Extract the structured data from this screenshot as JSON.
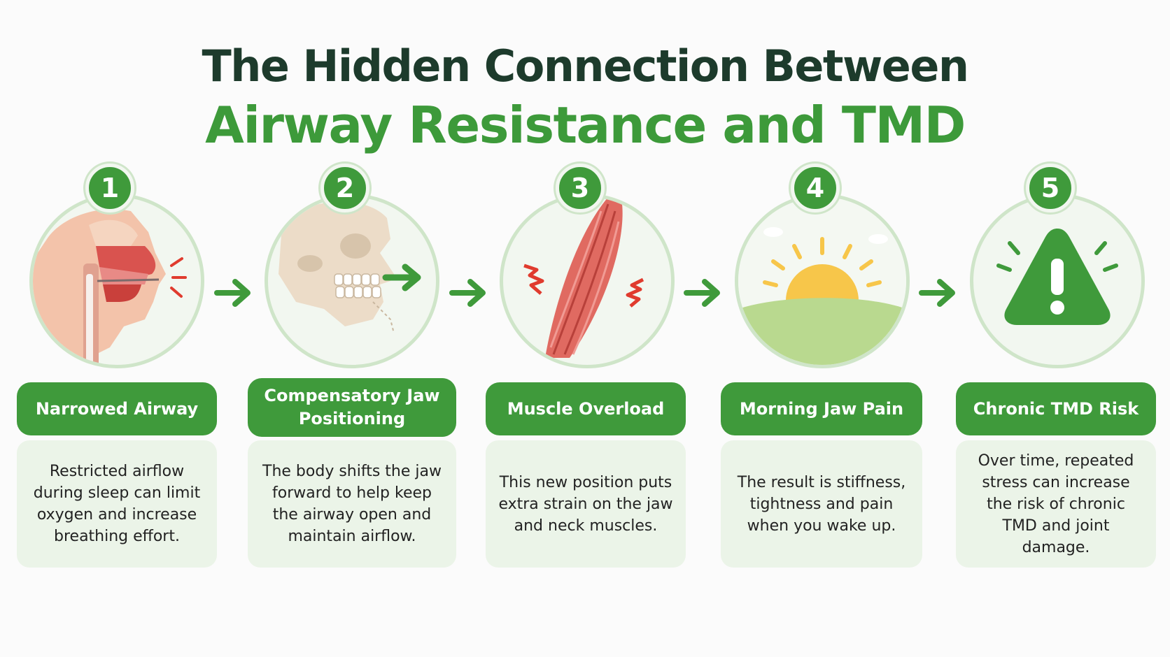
{
  "title": {
    "line1": "The Hidden Connection Between",
    "line2": "Airway Resistance and TMD"
  },
  "steps": [
    {
      "number": "1",
      "label": "Narrowed Airway",
      "description": "Restricted airflow during sleep can limit oxygen and increase breathing effort.",
      "icon": "airway-anatomy-icon"
    },
    {
      "number": "2",
      "label": "Compensatory Jaw Positioning",
      "description": "The body shifts the jaw forward to help keep the airway open and maintain airflow.",
      "icon": "skull-jaw-icon"
    },
    {
      "number": "3",
      "label": "Muscle Overload",
      "description": "This new position puts extra strain on the jaw and neck muscles.",
      "icon": "muscle-strain-icon"
    },
    {
      "number": "4",
      "label": "Morning Jaw Pain",
      "description": "The result is stiffness, tightness and pain when you wake up.",
      "icon": "sunrise-icon"
    },
    {
      "number": "5",
      "label": "Chronic TMD Risk",
      "description": "Over time, repeated stress can increase the risk of chronic TMD and joint damage.",
      "icon": "warning-icon"
    }
  ],
  "colors": {
    "brand_green": "#3f9a3b",
    "title_dark": "#1d3b2c",
    "circle_bg": "#f2f7f0",
    "circle_border": "#cfe5c9",
    "desc_bg": "#ebf4e8"
  }
}
